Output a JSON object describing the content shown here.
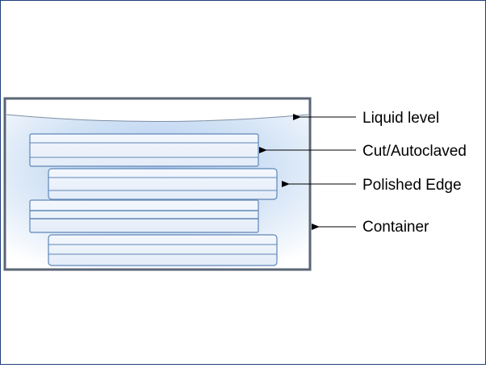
{
  "labels": {
    "liquid_level": "Liquid level",
    "cut_autoclaved": "Cut/Autoclaved",
    "polished_edge": "Polished Edge",
    "container": "Container"
  },
  "colors": {
    "frame_border": "#1f3f7a",
    "container_border": "#5a6674",
    "liquid_fill": "#cfe0f4",
    "slab_fill": "#eef3fb",
    "slab_border": "#5f86b8",
    "arrow": "#000000",
    "text": "#000000"
  }
}
